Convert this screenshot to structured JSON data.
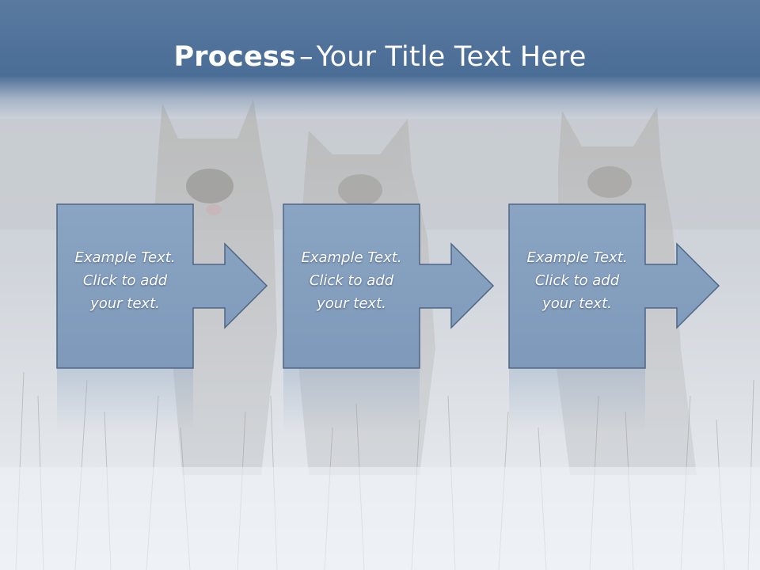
{
  "title": {
    "bold": "Process",
    "dash": "–",
    "rest": "Your Title Text Here"
  },
  "steps": [
    {
      "line1": "Example Text.",
      "line2": "Click  to add",
      "line3": "your text."
    },
    {
      "line1": "Example Text.",
      "line2": "Click  to add",
      "line3": "your text."
    },
    {
      "line1": "Example Text.",
      "line2": "Click  to add",
      "line3": "your text."
    }
  ],
  "colors": {
    "header": "#4a6d96",
    "box_fill": "#8ea6c4",
    "box_stroke": "#4f6685",
    "text": "#ffffff"
  },
  "background": {
    "description_icon": "wolf-dogs-in-snowy-field-photo"
  }
}
